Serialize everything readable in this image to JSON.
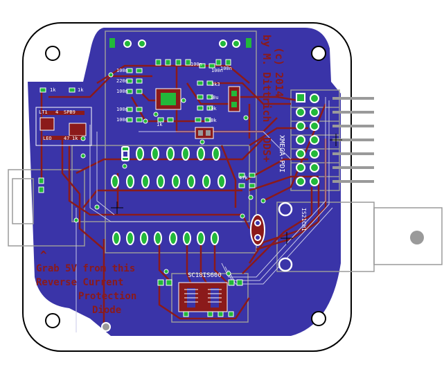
{
  "board": {
    "copyright": "(c) 2014",
    "author": "by M. Dittrich",
    "project": "DDS+",
    "chip_label": "SC18IS600",
    "connector_label": "XMEGA-PDI",
    "side_note": "IS21CH1",
    "note_caret": "^",
    "note_line1": "Grab 5V from this",
    "note_line2": "Reverse Current",
    "note_line3": "Protection",
    "note_line4": "Diode"
  },
  "components": {
    "caps": [
      "100n",
      "220n",
      "100n",
      "100n",
      "100n",
      "100n",
      "100n",
      "100n",
      "10u",
      "1k",
      "1k",
      "1k",
      "47k",
      "3k3",
      "10k",
      "10k"
    ],
    "left_module": [
      "LT1",
      "4",
      "SPB9",
      "LEO",
      "47",
      "1k"
    ]
  },
  "colors": {
    "board_outline": "#000000",
    "pcb": "#3a34a8",
    "trace": "#8b1a1a",
    "pad": "#22b83a",
    "silk": "#ffffff",
    "ref_lines": "#9a9a9a"
  }
}
